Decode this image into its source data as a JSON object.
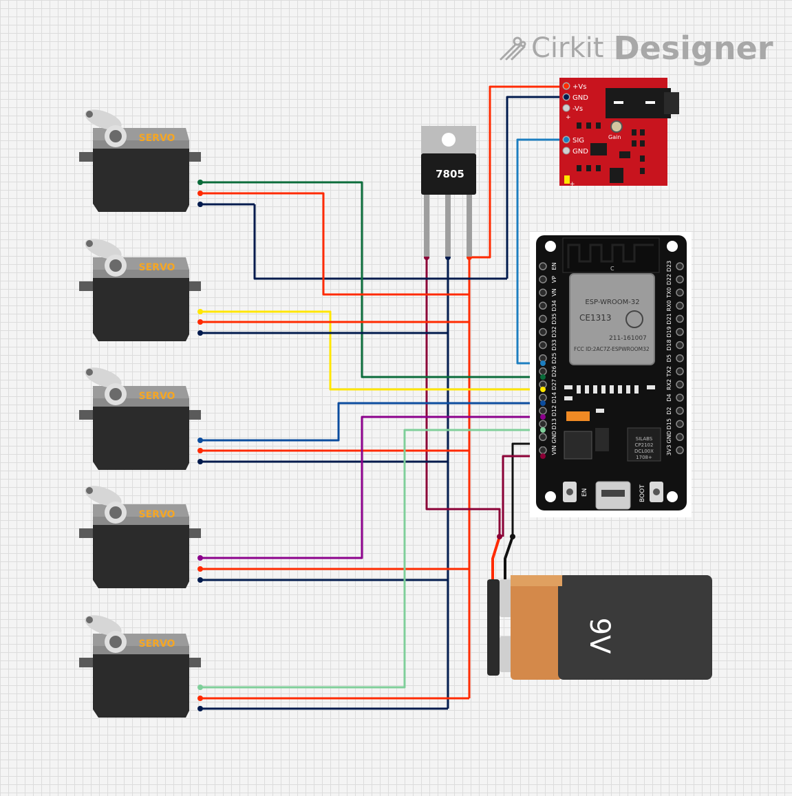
{
  "brand": {
    "word1": "Cirkit",
    "word2": "Designer",
    "icon": "cirkit-logo-icon"
  },
  "servos": [
    {
      "label": "SERVO"
    },
    {
      "label": "SERVO"
    },
    {
      "label": "SERVO"
    },
    {
      "label": "SERVO"
    },
    {
      "label": "SERVO"
    }
  ],
  "regulator": {
    "label": "7805"
  },
  "mic_module": {
    "pins": [
      "+Vs",
      "GND",
      "-Vs",
      "SIG",
      "GND"
    ],
    "gain_label": "Gain",
    "plus_marks": [
      "+",
      "+"
    ]
  },
  "esp32": {
    "module_name": "ESP-WROOM-32",
    "ce_mark": "CE1313",
    "cert_id": "211-161007",
    "fcc_id": "FCC ID:2AC7Z-ESPWROOM32",
    "chip_text": [
      "SILABS",
      "CP2102",
      "DCL00X",
      "1708+"
    ],
    "left_pins": [
      "EN",
      "VP",
      "VN",
      "D34",
      "D35",
      "D32",
      "D33",
      "D25",
      "D26",
      "D27",
      "D14",
      "D12",
      "D13",
      "GND",
      "VIN"
    ],
    "right_pins": [
      "D23",
      "D22",
      "TX0",
      "RX0",
      "D21",
      "D19",
      "D18",
      "D5",
      "TX2",
      "RX2",
      "D4",
      "D2",
      "D15",
      "GND",
      "3V3"
    ],
    "antenna_mark": "C",
    "en_button": "EN",
    "boot_button": "BOOT"
  },
  "battery": {
    "label": "9V"
  },
  "colors": {
    "red": "#ff2a00",
    "navy": "#001a4d",
    "green": "#0a6b3a",
    "yellow": "#ffe600",
    "blue": "#0b4c9e",
    "purple": "#8b008b",
    "lightgreen": "#7fcf9a",
    "maroon": "#8b0036",
    "sigblue": "#1c7ec0",
    "black": "#111111"
  }
}
